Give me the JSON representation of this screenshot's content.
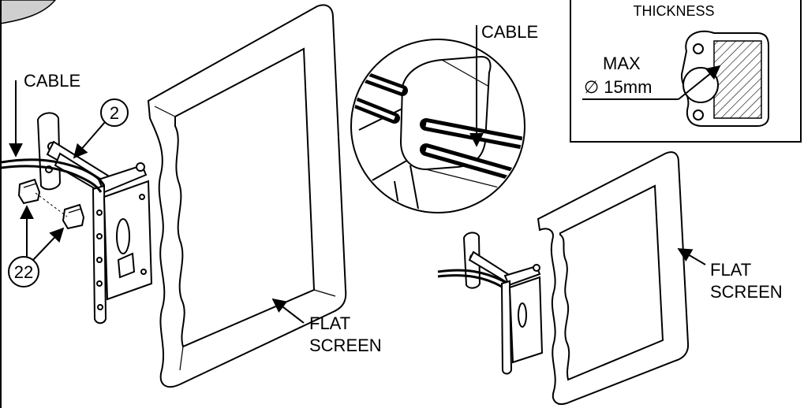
{
  "labels": {
    "thickness": "THICKNESS",
    "cable_main": "CABLE",
    "cable_detail": "CABLE",
    "max": "MAX",
    "diameter": "∅  15mm",
    "flat_screen_1_line1": "FLAT",
    "flat_screen_1_line2": "SCREEN",
    "flat_screen_2_line1": "FLAT",
    "flat_screen_2_line2": "SCREEN"
  },
  "callouts": {
    "part_2": "2",
    "part_22": "22"
  }
}
